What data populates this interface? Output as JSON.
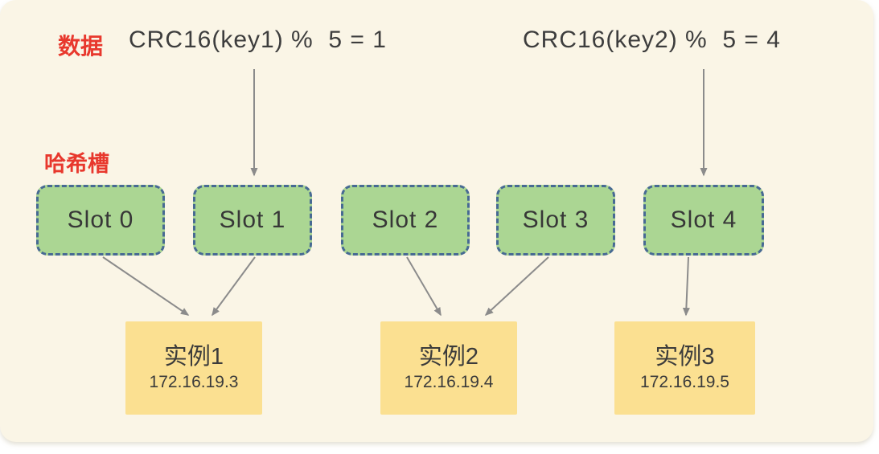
{
  "diagram": {
    "title_hint": "Redis hash slot sharding diagram",
    "data_label": "数据",
    "hash_slot_label": "哈希槽",
    "formulas": [
      {
        "text": "CRC16(key1) %  5 = 1",
        "key": "key1",
        "modulus": 5,
        "result": 1,
        "target_slot": "Slot 1"
      },
      {
        "text": "CRC16(key2) %  5 = 4",
        "key": "key2",
        "modulus": 5,
        "result": 4,
        "target_slot": "Slot 4"
      }
    ],
    "slots": [
      {
        "label": "Slot 0"
      },
      {
        "label": "Slot 1"
      },
      {
        "label": "Slot 2"
      },
      {
        "label": "Slot 3"
      },
      {
        "label": "Slot 4"
      }
    ],
    "instances": [
      {
        "name": "实例1",
        "ip": "172.16.19.3"
      },
      {
        "name": "实例2",
        "ip": "172.16.19.4"
      },
      {
        "name": "实例3",
        "ip": "172.16.19.5"
      }
    ],
    "mappings": [
      {
        "from": "Slot 0",
        "to": "实例1"
      },
      {
        "from": "Slot 1",
        "to": "实例1"
      },
      {
        "from": "Slot 2",
        "to": "实例2"
      },
      {
        "from": "Slot 3",
        "to": "实例2"
      },
      {
        "from": "Slot 4",
        "to": "实例3"
      }
    ],
    "colors": {
      "background": "#faf5e6",
      "slot_fill": "#abd693",
      "slot_border": "#476a93",
      "instance_fill": "#fbe091",
      "accent_red": "#e8382d",
      "arrow": "#8b8b8b",
      "text": "#3d3d3d"
    }
  }
}
